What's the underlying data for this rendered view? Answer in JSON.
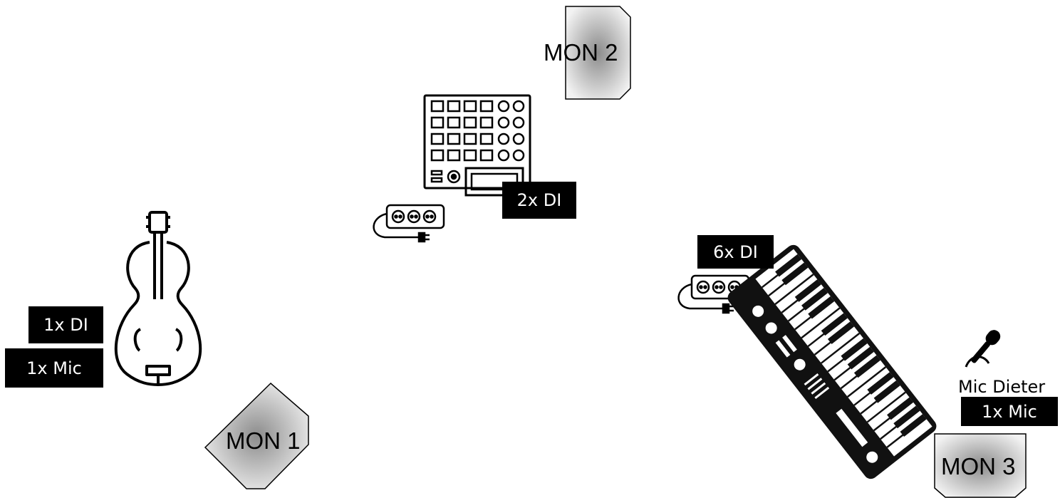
{
  "monitors": {
    "mon1": "MON 1",
    "mon2": "MON 2",
    "mon3": "MON 3"
  },
  "labels": {
    "cello_di": "1x DI",
    "cello_mic": "1x Mic",
    "sampler_di": "2x DI",
    "keyboard_di": "6x DI",
    "mic_name": "Mic Dieter",
    "mic_count": "1x Mic"
  },
  "icons": [
    "cello-icon",
    "drum-pad-controller-icon",
    "power-strip-icon",
    "keyboard-synth-icon",
    "microphone-icon",
    "stage-monitor-icon"
  ],
  "colors": {
    "label_bg": "#000000",
    "label_text": "#ffffff",
    "monitor_fill": "#c8c8c8"
  }
}
